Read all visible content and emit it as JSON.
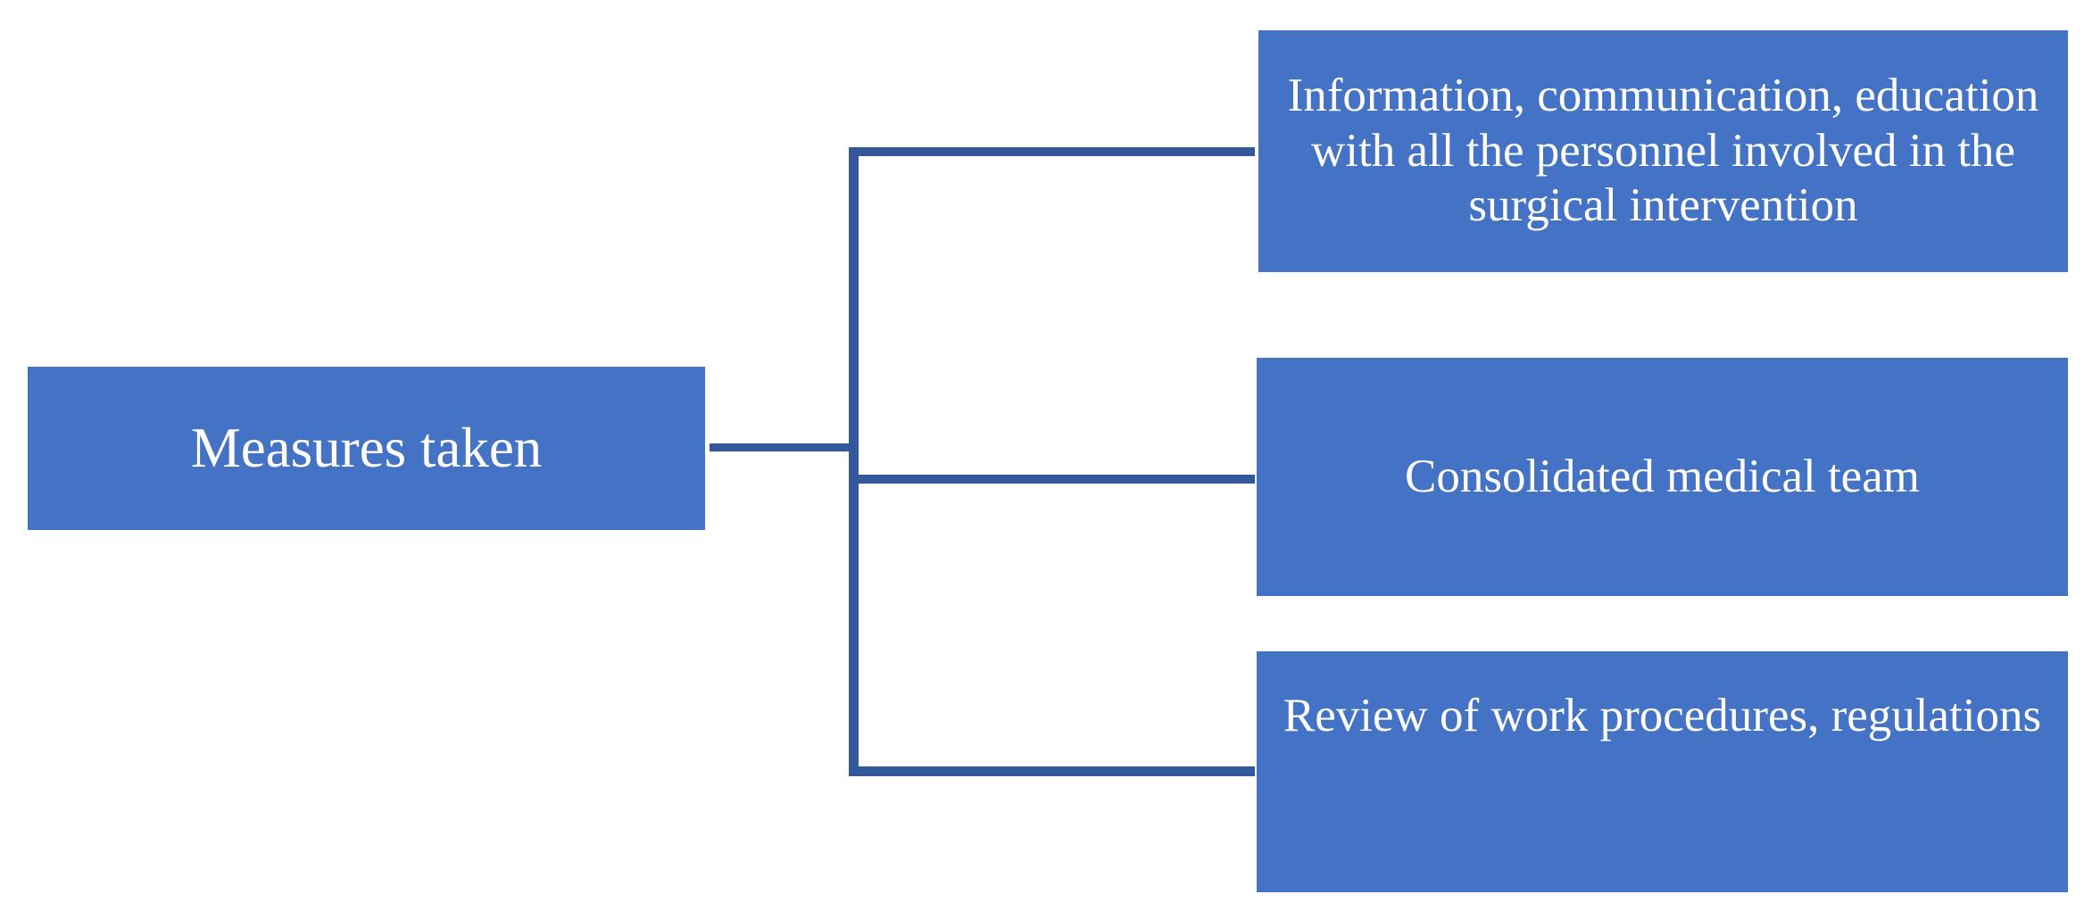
{
  "diagram": {
    "type": "horizontal-tree",
    "orientation": "left-to-right",
    "background_color": "#FFFFFF",
    "node_fill_color": "#4472C4",
    "node_text_color": "#FFFFFF",
    "connector_color": "#33589C",
    "root": {
      "label": "Measures taken"
    },
    "children": [
      {
        "label": "Information, communication, education with all the personnel involved in the surgical intervention"
      },
      {
        "label": "Consolidated medical team"
      },
      {
        "label": "Review of work procedures, regulations"
      }
    ]
  }
}
